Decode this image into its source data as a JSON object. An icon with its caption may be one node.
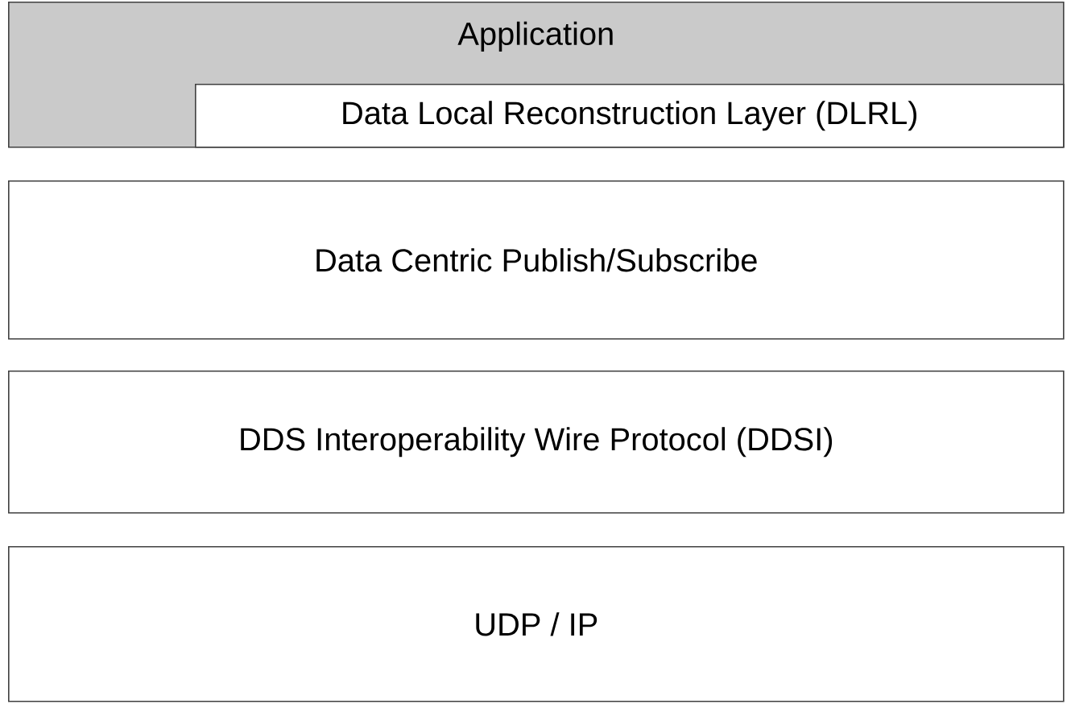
{
  "diagram": {
    "nodes": [
      {
        "text": [
          "Application"
        ]
      },
      {
        "text": [
          "Data Local Reconstruction Layer (DLRL)"
        ],
        "in": 0
      },
      {
        "text": [
          "Data Centric Publish/Subscribe"
        ]
      },
      {
        "text": [
          "DDS Interoperability Wire Protocol (DDSI)"
        ]
      },
      {
        "text": [
          "UDP / IP"
        ]
      }
    ]
  }
}
